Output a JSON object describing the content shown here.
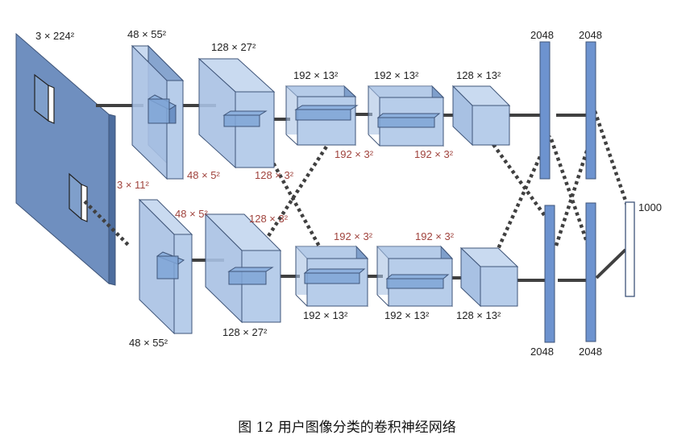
{
  "caption": "图 12  用户图像分类的卷积神经网络",
  "labels": {
    "input": "3 × 224²",
    "input_kernel": "3 × 11²",
    "top_conv1": "48 × 55²",
    "bot_conv1": "48 × 55²",
    "top_conv1_kernel": "48 × 5²",
    "bot_conv1_kernel": "48 × 5²",
    "top_conv2": "128 × 27²",
    "bot_conv2": "128 × 27²",
    "top_conv2_kernel": "128 × 3²",
    "bot_conv2_kernel": "128 × 3²",
    "top_conv3": "192 × 13²",
    "bot_conv3": "192 × 13²",
    "top_conv3_kernel": "192 × 3²",
    "bot_conv3_kernel": "192 × 3²",
    "top_conv4": "192 × 13²",
    "bot_conv4": "192 × 13²",
    "top_conv4_kernel": "192 × 3²",
    "bot_conv4_kernel": "192 × 3²",
    "top_conv5": "128 × 13²",
    "bot_conv5": "128 × 13²",
    "top_fc1": "2048",
    "top_fc2": "2048",
    "bot_fc1": "2048",
    "bot_fc2": "2048",
    "output": "1000"
  },
  "colors": {
    "box_front": "#a8c1e3",
    "box_top": "#c9daf0",
    "box_side": "#7f9fcb",
    "input_plane": "#6f8fbf",
    "fc_bar": "#6d93cf",
    "edge": "#3f5579",
    "connector": "#404040",
    "kernel_text": "#a0433d"
  }
}
